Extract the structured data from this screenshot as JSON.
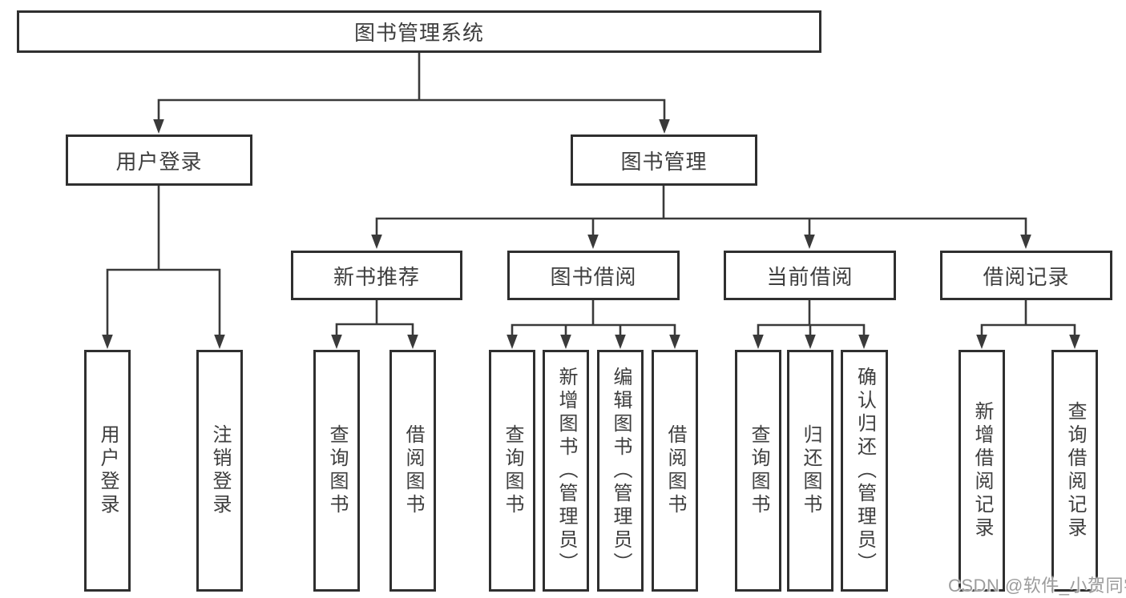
{
  "diagram": {
    "tree": {
      "label": "图书管理系统",
      "children": [
        {
          "label": "用户登录",
          "children": [
            {
              "label": "用户登录"
            },
            {
              "label": "注销登录"
            }
          ]
        },
        {
          "label": "图书管理",
          "children": [
            {
              "label": "新书推荐",
              "children": [
                {
                  "label": "查询图书"
                },
                {
                  "label": "借阅图书"
                }
              ]
            },
            {
              "label": "图书借阅",
              "children": [
                {
                  "label": "查询图书"
                },
                {
                  "label": "新增图书（管理员）"
                },
                {
                  "label": "编辑图书（管理员）"
                },
                {
                  "label": "借阅图书"
                }
              ]
            },
            {
              "label": "当前借阅",
              "children": [
                {
                  "label": "查询图书"
                },
                {
                  "label": "归还图书"
                },
                {
                  "label": "确认归还（管理员）"
                }
              ]
            },
            {
              "label": "借阅记录",
              "children": [
                {
                  "label": "新增借阅记录"
                },
                {
                  "label": "查询借阅记录"
                }
              ]
            }
          ]
        }
      ]
    },
    "colors": {
      "box_border": "#2f2f2f",
      "connector_line": "#3a3a3a",
      "text": "#3e3e3e",
      "background": "#ffffff"
    }
  },
  "watermark": {
    "text": "CSDN @软件_小贺同学",
    "color": "#9c9c9c"
  }
}
